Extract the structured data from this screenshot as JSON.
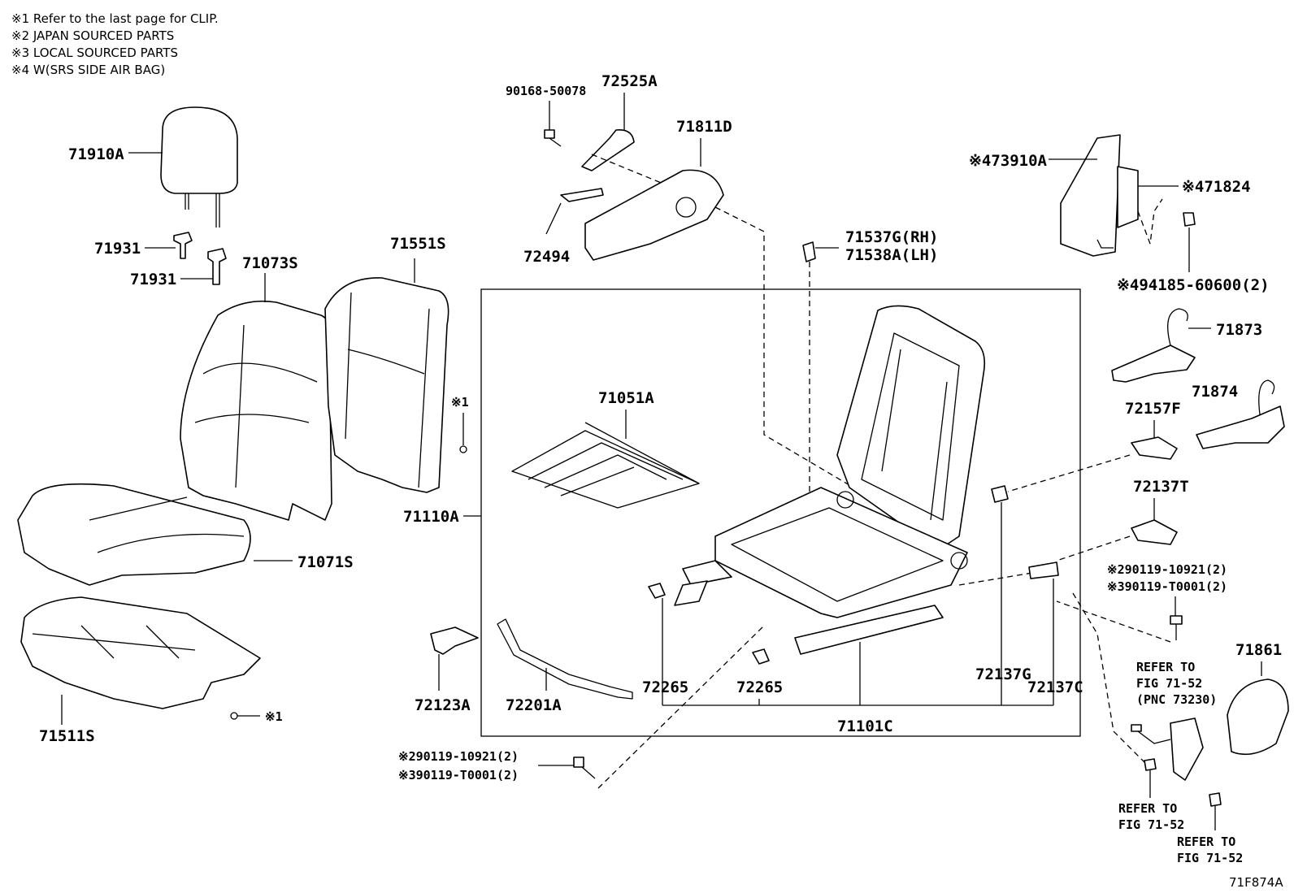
{
  "notes": [
    "※1  Refer to the last page for CLIP.",
    "※2  JAPAN SOURCED PARTS",
    "※3  LOCAL SOURCED PARTS",
    "※4  W(SRS SIDE AIR BAG)"
  ],
  "figure_code": "71F874A",
  "parts": {
    "p71910A": "71910A",
    "p71931a": "71931",
    "p71931b": "71931",
    "p71073S": "71073S",
    "p71551S": "71551S",
    "clip1a": "※1",
    "p71110A": "71110A",
    "p71071S": "71071S",
    "p71511S": "71511S",
    "clip1b": "※1",
    "p90168": "90168-50078",
    "p72525A": "72525A",
    "p71811D": "71811D",
    "p72494": "72494",
    "p71537G": "71537G(RH)",
    "p71538A": "71538A(LH)",
    "p73910A": "※473910A",
    "p71824": "※471824",
    "p94185": "※494185-60600(2)",
    "p71873": "71873",
    "p71874": "71874",
    "p72157F": "72157F",
    "p72137T": "72137T",
    "p90119a1": "※290119-10921(2)",
    "p90119a2": "※390119-T0001(2)",
    "p71051A": "71051A",
    "p72265a": "72265",
    "p72265b": "72265",
    "p72137G": "72137G",
    "p72137C": "72137C",
    "p71101C": "71101C",
    "p72123A": "72123A",
    "p72201A": "72201A",
    "p90119b1": "※290119-10921(2)",
    "p90119b2": "※390119-T0001(2)",
    "p71861": "71861"
  },
  "refers": {
    "r1": [
      "REFER TO",
      "FIG 71-52",
      "(PNC 73230)"
    ],
    "r2": [
      "REFER TO",
      "FIG 71-52"
    ],
    "r3": [
      "REFER TO",
      "FIG 71-52"
    ]
  }
}
